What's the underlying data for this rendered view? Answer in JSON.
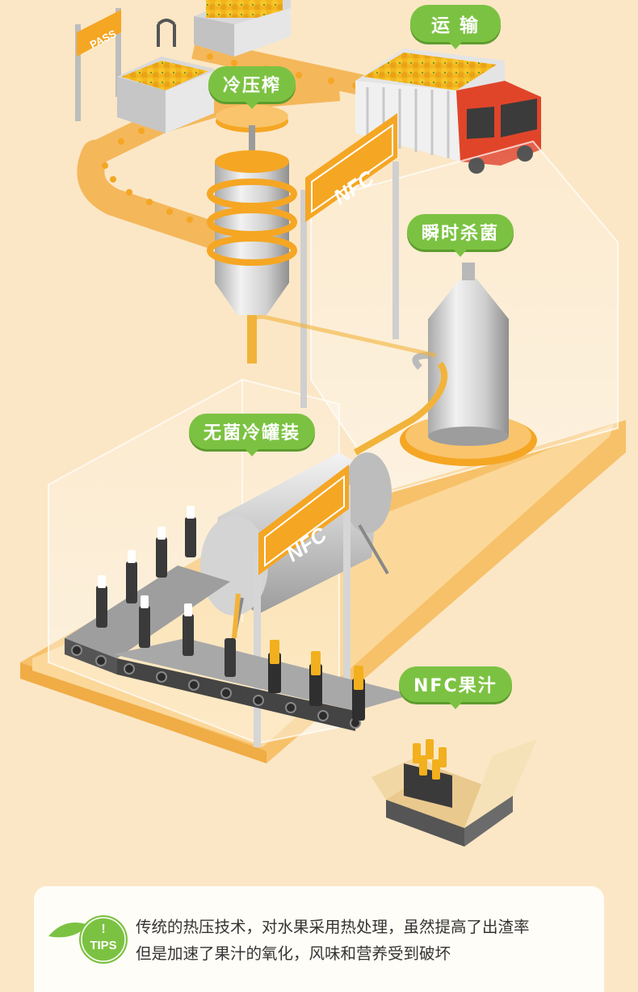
{
  "labels": {
    "transport": "运 输",
    "cold_press": "冷压榨",
    "sterilize": "瞬时杀菌",
    "aseptic_fill": "无菌冷罐装",
    "nfc_juice": "NFC果汁"
  },
  "signs": {
    "pass": "PASS",
    "nfc": "NFC"
  },
  "tips": {
    "badge_mark": "!",
    "badge_label": "TIPS",
    "line1": "传统的热压技术，对水果采用热处理，虽然提高了出渣率",
    "line2": "但是加速了果汁的氧化，风味和营养受到破坏"
  },
  "colors": {
    "background": "#fbe7c6",
    "badge_green": "#7cc242",
    "orange": "#f5a623",
    "truck_red": "#e0452a"
  }
}
